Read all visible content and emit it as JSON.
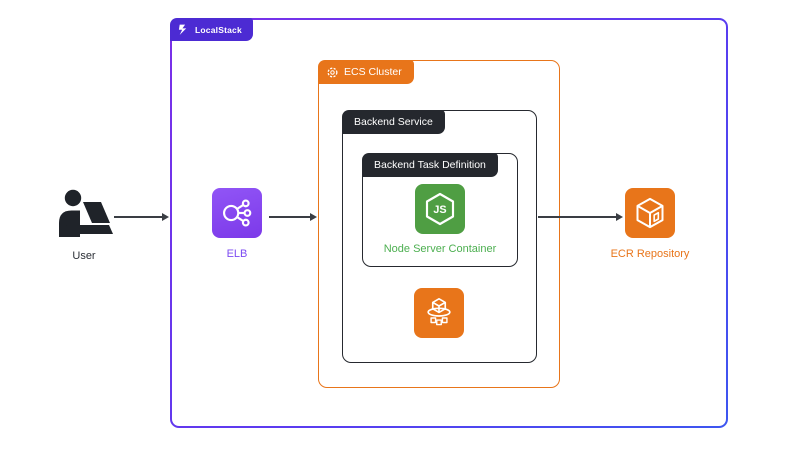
{
  "containers": {
    "localstack": {
      "label": "LocalStack",
      "badge_color": "#4C2BD3",
      "border_gradient": [
        "#7B2FE8",
        "#3D56F0"
      ]
    },
    "ecs_cluster": {
      "label": "ECS Cluster",
      "color": "#E8751A"
    },
    "backend_service": {
      "label": "Backend Service",
      "color": "#25282E"
    },
    "backend_task_definition": {
      "label": "Backend Task Definition",
      "color": "#25282E"
    }
  },
  "nodes": {
    "user": {
      "label": "User",
      "icon": "person-at-laptop-icon",
      "label_color": "#2B2F36"
    },
    "elb": {
      "label": "ELB",
      "icon": "load-balancer-icon",
      "icon_color": "#8748F0",
      "label_color": "#7C4BF2"
    },
    "node_server": {
      "label": "Node Server Container",
      "icon": "nodejs-hexagon-icon",
      "icon_color": "#4F9E43",
      "label_color": "#4CAF50"
    },
    "ecs_service": {
      "icon": "ecs-service-cubes-icon",
      "icon_color": "#E8751A"
    },
    "ecr": {
      "label": "ECR Repository",
      "icon": "container-registry-cube-icon",
      "icon_color": "#E8751A",
      "label_color": "#E8751A"
    }
  },
  "connections": [
    {
      "from": "user",
      "to": "localstack"
    },
    {
      "from": "elb",
      "to": "ecs_cluster"
    },
    {
      "from": "backend_service",
      "to": "ecr"
    }
  ],
  "arrow_color": "#3A3E44"
}
